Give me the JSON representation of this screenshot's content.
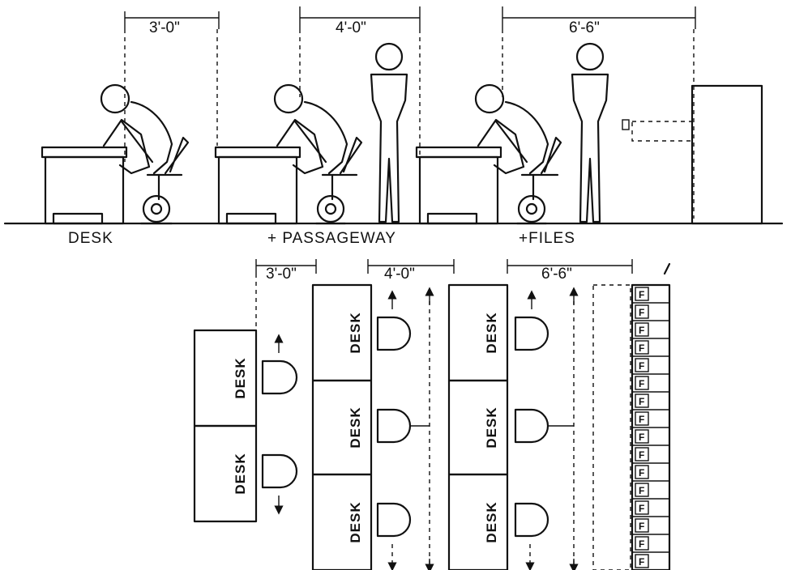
{
  "elevation": {
    "dimensions": {
      "desk": "3'-0\"",
      "passageway": "4'-0\"",
      "files": "6'-6\""
    },
    "captions": {
      "desk": "DESK",
      "passageway": "+ PASSAGEWAY",
      "files": "+FILES"
    }
  },
  "plan": {
    "dimensions": {
      "desk": "3'-0\"",
      "passageway": "4'-0\"",
      "files": "6'-6\""
    },
    "desk_label": "DESK",
    "file_label": "F"
  }
}
